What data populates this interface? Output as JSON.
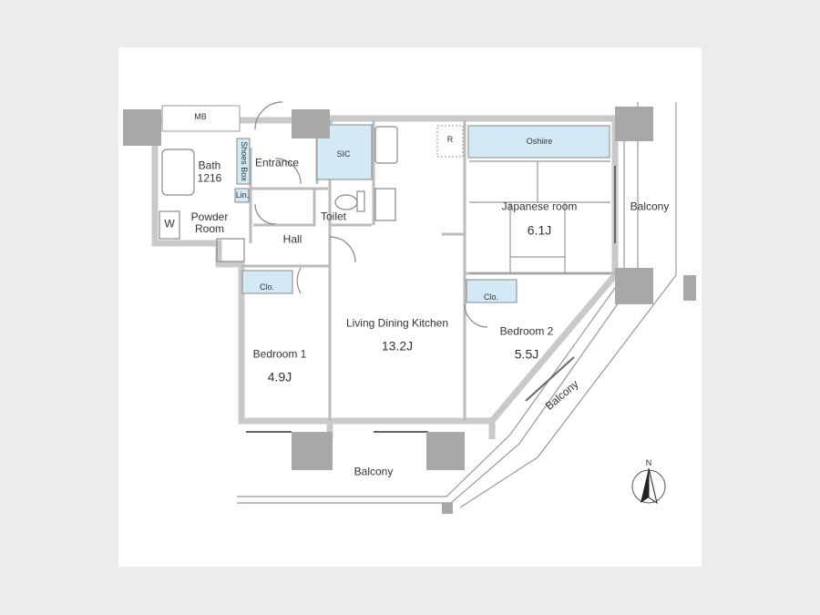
{
  "rooms": {
    "mb": "MB",
    "bath": "Bath",
    "bath_size": "1216",
    "shoes_box": "Shoes Box",
    "entrance": "Entrance",
    "sic": "SIC",
    "lin": "Lin.",
    "powder_room": "Powder\nRoom",
    "w": "W",
    "toilet": "Toilet",
    "hall": "Hall",
    "clo_1": "Clo.",
    "clo_2": "Clo.",
    "r": "R",
    "oshiire": "Oshiire",
    "japanese_room": "Japanese room",
    "japanese_room_size": "6.1J",
    "ldk": "Living Dining Kitchen",
    "ldk_size": "13.2J",
    "bedroom1": "Bedroom 1",
    "bedroom1_size": "4.9J",
    "bedroom2": "Bedroom 2",
    "bedroom2_size": "5.5J",
    "balcony_east": "Balcony",
    "balcony_diag": "Balcony",
    "balcony_south": "Balcony"
  },
  "compass": "N",
  "colors": {
    "wall": "#c9c9c9",
    "column": "#a8a8a8",
    "storage": "#d3e9f5",
    "line": "#777777"
  }
}
